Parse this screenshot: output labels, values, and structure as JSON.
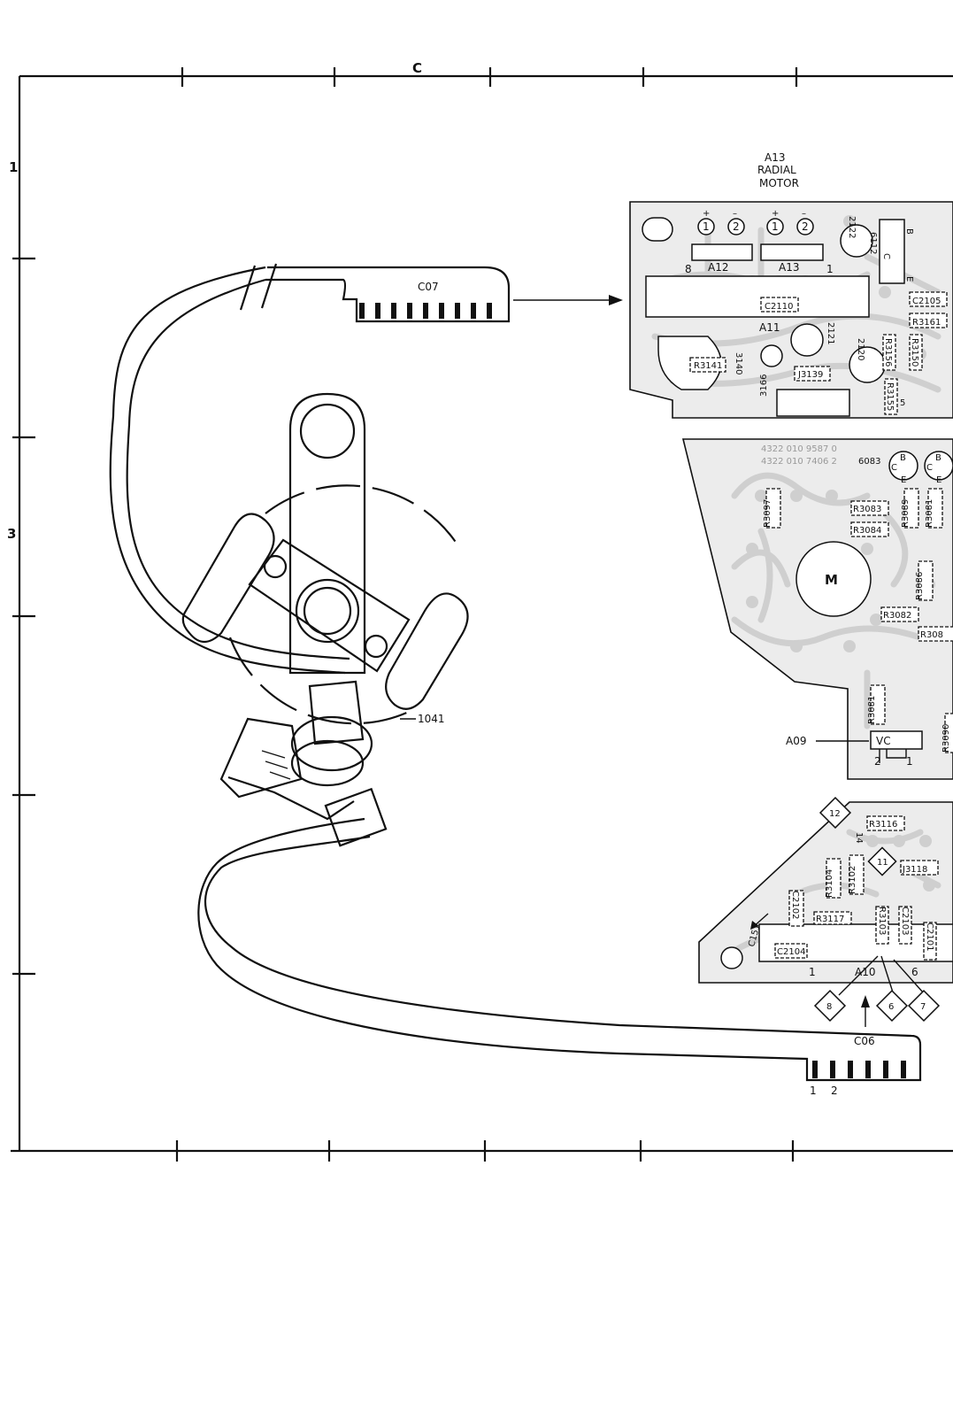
{
  "frame": {
    "top_label": "C",
    "left_labels": [
      "1",
      "3"
    ]
  },
  "cables": {
    "c07": {
      "label": "C07"
    },
    "c06": {
      "label": "C06",
      "pin_labels": [
        "1",
        "2"
      ]
    }
  },
  "mechanism": {
    "label": "1041"
  },
  "board_a13": {
    "title_lines": [
      "A13",
      "RADIAL",
      "MOTOR"
    ],
    "connector_a12": {
      "label": "A12",
      "pins": [
        "1",
        "2"
      ],
      "polarity": [
        "+",
        "–"
      ]
    },
    "connector_a13": {
      "label": "A13",
      "pins": [
        "1",
        "2"
      ],
      "polarity": [
        "+",
        "–"
      ]
    },
    "pin_8": "8",
    "pin_1": "1",
    "pin_5": "5",
    "connector_a11": "A11",
    "components": [
      "2122",
      "6112",
      "C2105",
      "R3161",
      "C2110",
      "2121",
      "2120",
      "R3156",
      "R3150",
      "R3155",
      "R3141",
      "3140",
      "3166",
      "J3139"
    ],
    "transistor_pins": [
      "B",
      "C",
      "E"
    ]
  },
  "board_motor": {
    "part_codes": [
      "4322 010 9587  0",
      "4322 010 7406  2"
    ],
    "components": [
      "6083",
      "R3097",
      "R3083",
      "R3084",
      "R3089",
      "R3081",
      "R3086",
      "R3082",
      "R308",
      "R3081",
      "R3090"
    ],
    "transistor_pins": [
      "B",
      "C",
      "E",
      "B",
      "C",
      "E"
    ],
    "motor_label": "M",
    "a09": {
      "label": "A09",
      "text": "VC",
      "pins": [
        "2",
        "1"
      ]
    }
  },
  "board_a10": {
    "label": "A10",
    "pin_1": "1",
    "pin_6": "6",
    "pin_14": "14",
    "c151": "C151",
    "components": [
      "R3116",
      "R3104",
      "R3102",
      "J3118",
      "C2102",
      "R3117",
      "R3103",
      "C2103",
      "C2101",
      "C2104"
    ],
    "diamonds": [
      "12",
      "11",
      "8",
      "6",
      "7"
    ]
  }
}
